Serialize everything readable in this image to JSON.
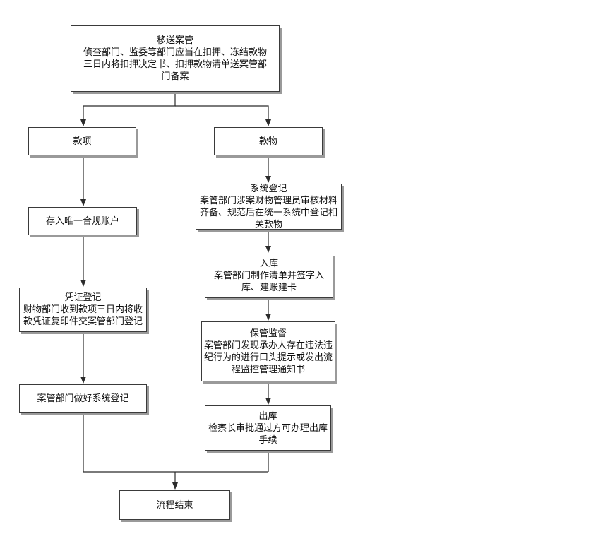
{
  "flowchart": {
    "nodes": [
      {
        "id": "transfer",
        "lines": [
          "移送案管",
          "侦查部门、监委等部门应当在扣押、冻结款物",
          "三日内将扣押决定书、扣押款物清单送案管部",
          "门备案"
        ]
      },
      {
        "id": "funds",
        "lines": [
          "款项"
        ]
      },
      {
        "id": "property",
        "lines": [
          "款物"
        ]
      },
      {
        "id": "deposit",
        "lines": [
          "存入唯一合规账户"
        ]
      },
      {
        "id": "system-register",
        "lines": [
          "系统登记",
          "案管部门涉案财物管理员审核材料",
          "齐备、规范后在统一系统中登记相",
          "关款物"
        ]
      },
      {
        "id": "warehouse-in",
        "lines": [
          "入库",
          "案管部门制作清单并签字入",
          "库、建账建卡"
        ]
      },
      {
        "id": "voucher-register",
        "lines": [
          "凭证登记",
          "财物部门收到款项三日内将收",
          "款凭证复印件交案管部门登记"
        ]
      },
      {
        "id": "custody",
        "lines": [
          "保管监督",
          "案管部门发现承办人存在违法违",
          "纪行为的进行口头提示或发出流",
          "程监控管理通知书"
        ]
      },
      {
        "id": "case-system-register",
        "lines": [
          "案管部门做好系统登记"
        ]
      },
      {
        "id": "warehouse-out",
        "lines": [
          "出库",
          "检察长审批通过方可办理出库",
          "手续"
        ]
      },
      {
        "id": "end",
        "lines": [
          "流程结束"
        ]
      }
    ]
  }
}
